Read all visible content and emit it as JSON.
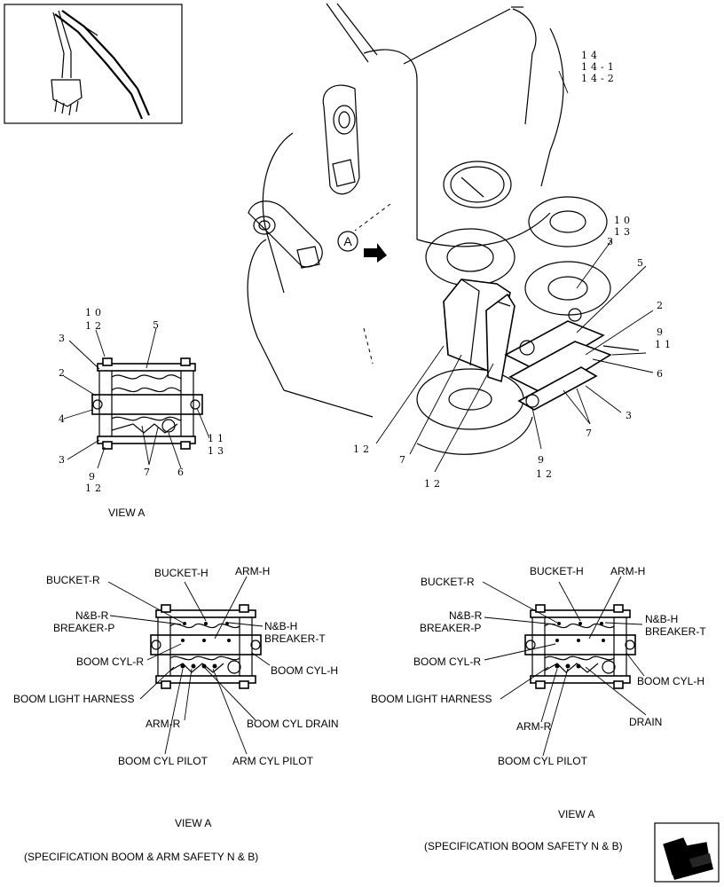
{
  "callout_numbers": {
    "main_top": [
      "14",
      "14-1",
      "14-2"
    ],
    "main_right": [
      "10",
      "13",
      "3",
      "5",
      "2",
      "9",
      "11",
      "6",
      "3",
      "7",
      "9",
      "12",
      "12",
      "7",
      "12"
    ],
    "view_a_small": [
      "10",
      "12",
      "3",
      "5",
      "2",
      "4",
      "11",
      "13",
      "3",
      "9",
      "12",
      "7",
      "6"
    ]
  },
  "marker": {
    "letter": "A"
  },
  "view_a_small": {
    "caption": "VIEW A"
  },
  "left_diagram": {
    "labels": {
      "bucket_r": "BUCKET-R",
      "bucket_h": "BUCKET-H",
      "arm_h": "ARM-H",
      "nb_r": "N&B-R",
      "breaker_p": "BREAKER-P",
      "nb_h": "N&B-H",
      "breaker_t": "BREAKER-T",
      "boom_cyl_r": "BOOM CYL-R",
      "boom_cyl_h": "BOOM CYL-H",
      "boom_light_harness": "BOOM LIGHT HARNESS",
      "arm_r": "ARM-R",
      "boom_cyl_drain": "BOOM CYL DRAIN",
      "boom_cyl_pilot": "BOOM CYL PILOT",
      "arm_cyl_pilot": "ARM CYL PILOT"
    },
    "caption": "VIEW A",
    "spec": "(SPECIFICATION BOOM & ARM SAFETY N & B)"
  },
  "right_diagram": {
    "labels": {
      "bucket_r": "BUCKET-R",
      "bucket_h": "BUCKET-H",
      "arm_h": "ARM-H",
      "nb_r": "N&B-R",
      "breaker_p": "BREAKER-P",
      "nb_h": "N&B-H",
      "breaker_t": "BREAKER-T",
      "boom_cyl_r": "BOOM CYL-R",
      "boom_cyl_h": "BOOM CYL-H",
      "boom_light_harness": "BOOM LIGHT HARNESS",
      "drain": "DRAIN",
      "arm_r": "ARM-R",
      "boom_cyl_pilot": "BOOM CYL PILOT"
    },
    "caption": "VIEW A",
    "spec": "(SPECIFICATION BOOM SAFETY N & B)"
  },
  "icons": [
    "excavator-thumbnail-icon",
    "next-page-arrow-icon"
  ]
}
